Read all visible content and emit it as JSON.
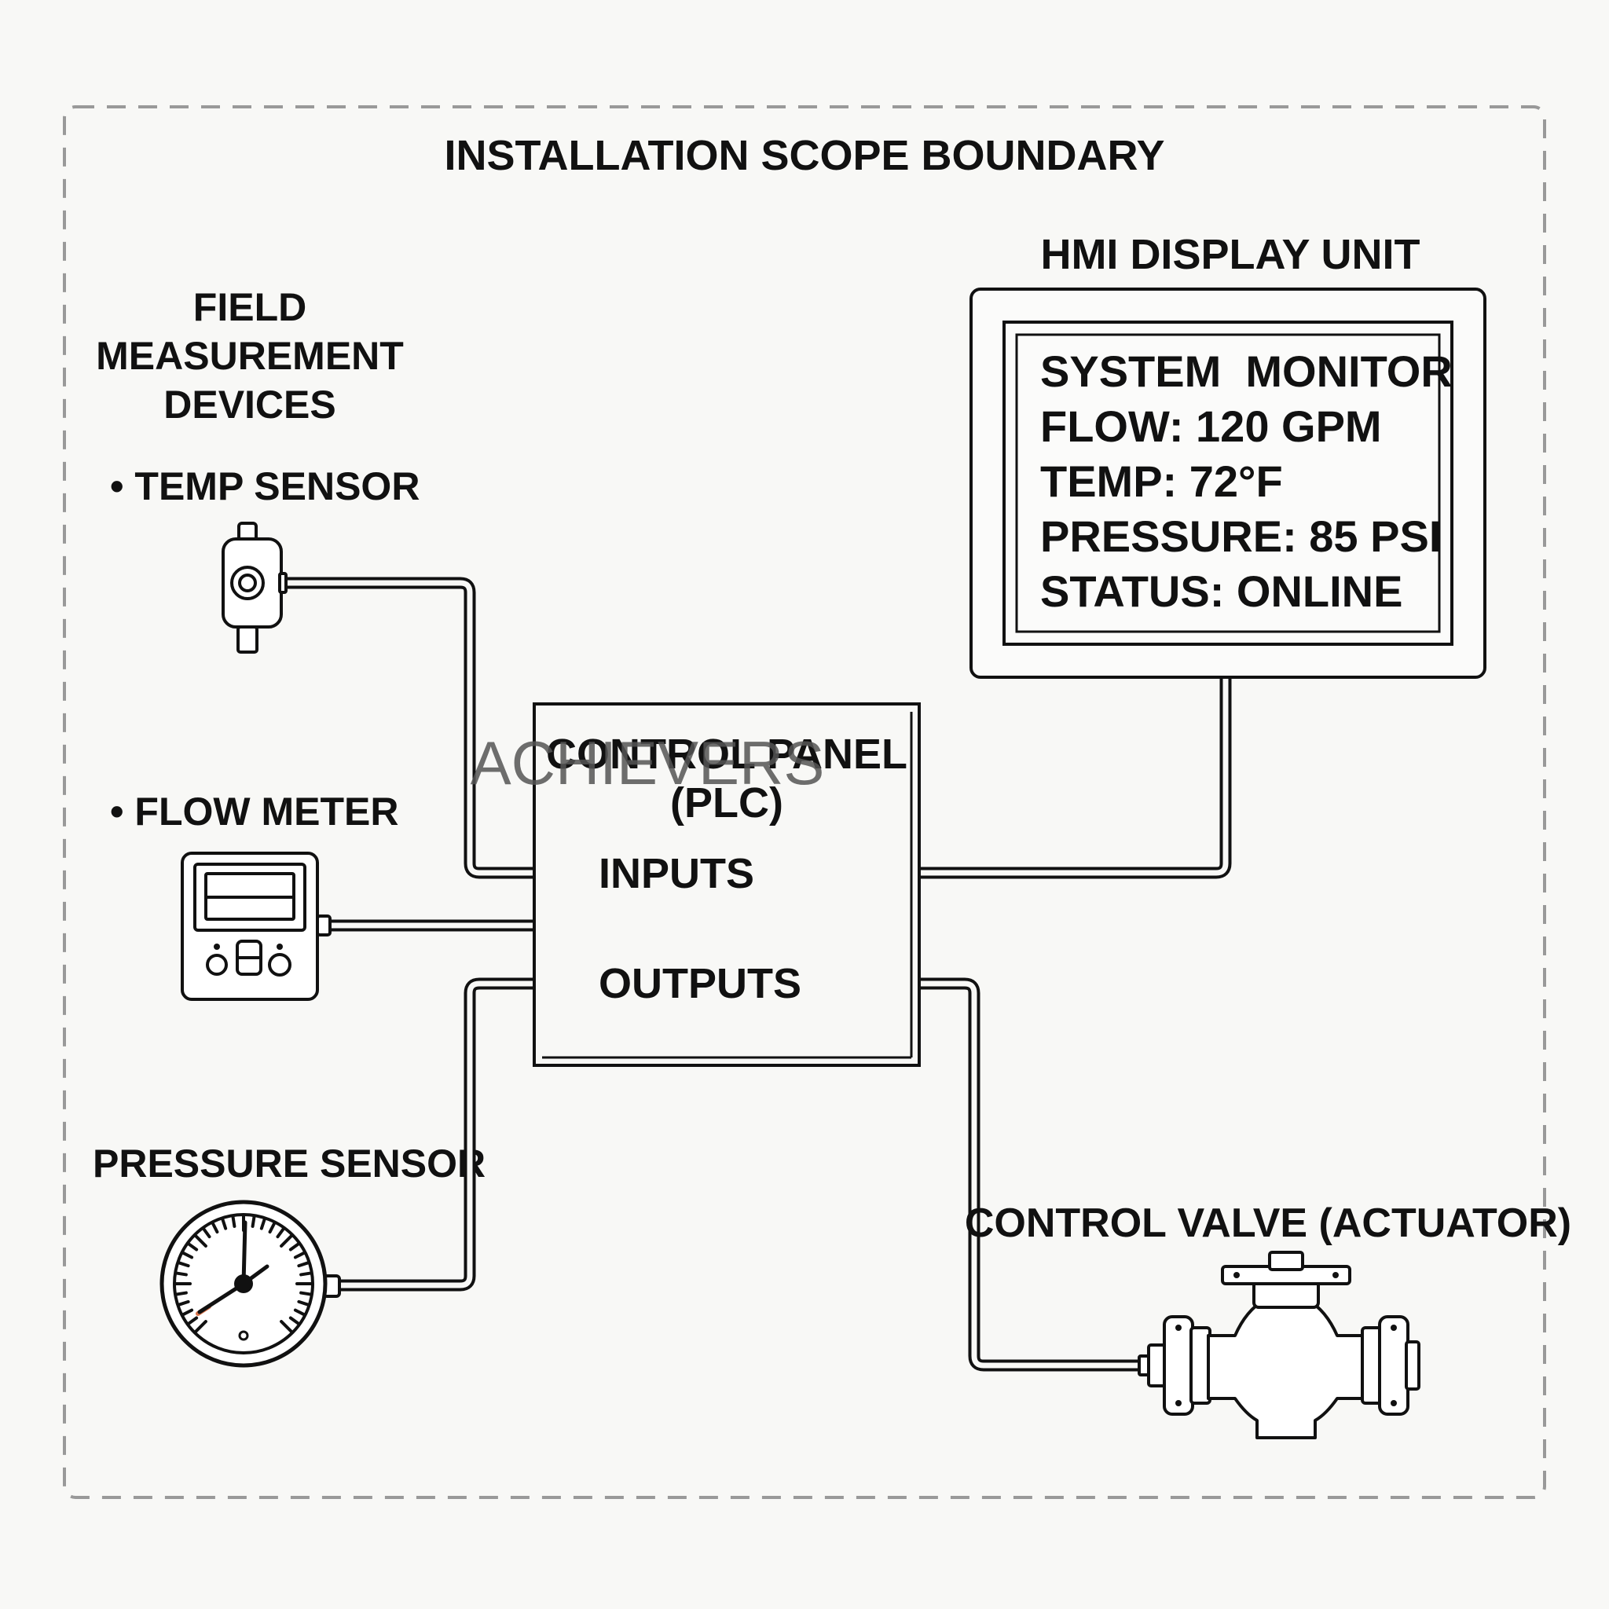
{
  "diagram": {
    "boundary": {
      "title": "INSTALLATION SCOPE BOUNDARY"
    },
    "field_devices": {
      "heading": [
        "FIELD",
        "MEASUREMENT",
        "DEVICES"
      ],
      "temp_sensor": {
        "label": "• TEMP SENSOR"
      },
      "flow_meter": {
        "label": "• FLOW METER"
      },
      "pressure_sensor": {
        "label": "PRESSURE SENSOR"
      }
    },
    "hmi": {
      "title": "HMI DISPLAY UNIT",
      "lines": [
        "SYSTEM  MONITOR",
        "FLOW: 120 GPM",
        "TEMP: 72°F",
        "PRESSURE: 85 PSI",
        "STATUS: ONLINE"
      ]
    },
    "control_panel": {
      "title": [
        "CONTROL PANEL",
        "(PLC)"
      ],
      "inputs_label": "INPUTS",
      "outputs_label": "OUTPUTS"
    },
    "control_valve": {
      "label": "CONTROL VALVE (ACTUATOR)"
    },
    "watermark": "ACHIEVERS",
    "colors": {
      "background": "#f8f8f6",
      "line": "#111111",
      "boundary": "#999999",
      "gauge_marker": "#d9734a"
    }
  }
}
